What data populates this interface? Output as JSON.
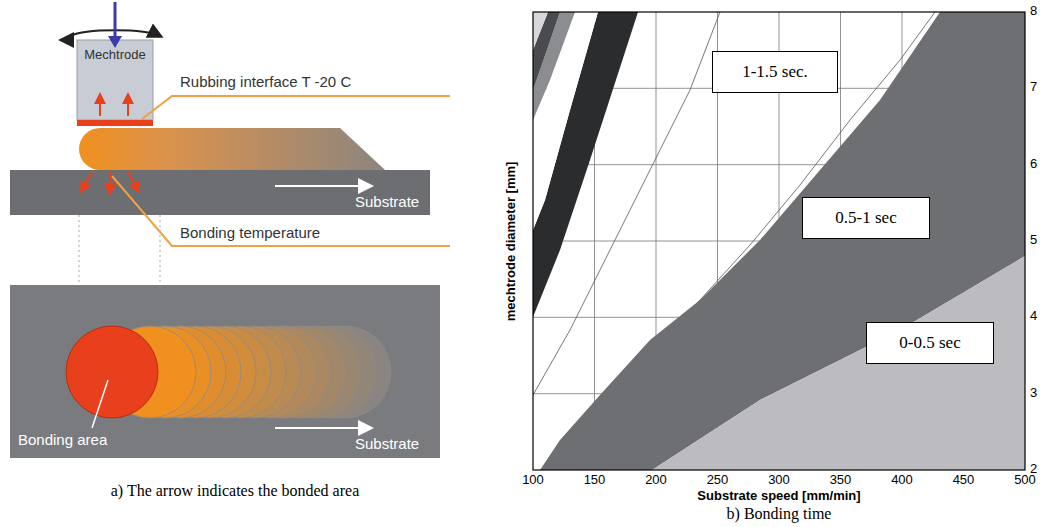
{
  "diagram": {
    "nodes": [
      {
        "text": [
          "Mechtrode"
        ]
      },
      {
        "text": [
          "1-1.5 sec."
        ]
      },
      {
        "text": [
          "0.5-1 sec"
        ]
      },
      {
        "text": [
          "0-0.5 sec"
        ]
      }
    ],
    "labels": [
      "Rubbing interface T -20 C",
      "Substrate",
      "Bonding temperature",
      "Bonding area",
      "Substrate",
      "a) The arrow indicates the bonded area",
      "b) Bonding time",
      "mechtrode diameter [mm]",
      "Substrate speed [mm/min]",
      "100",
      "150",
      "200",
      "250",
      "300",
      "350",
      "400",
      "450",
      "500",
      "2",
      "3",
      "4",
      "5",
      "6",
      "7",
      "8"
    ]
  }
}
